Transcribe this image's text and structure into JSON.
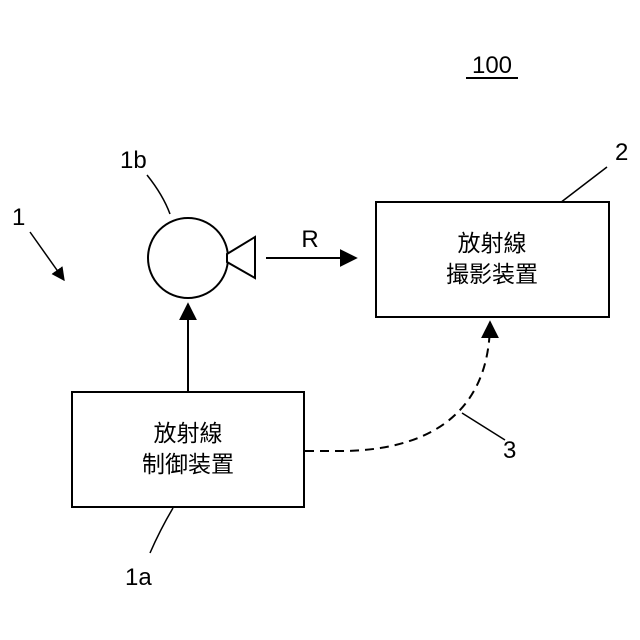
{
  "figure_number": "100",
  "labels": {
    "system": "1",
    "control_unit": "1a",
    "source": "1b",
    "imaging_device": "2",
    "communication": "3",
    "radiation": "R"
  },
  "control_box": {
    "line1": "放射線",
    "line2": "制御装置"
  },
  "imaging_box": {
    "line1": "放射線",
    "line2": "撮影装置"
  }
}
